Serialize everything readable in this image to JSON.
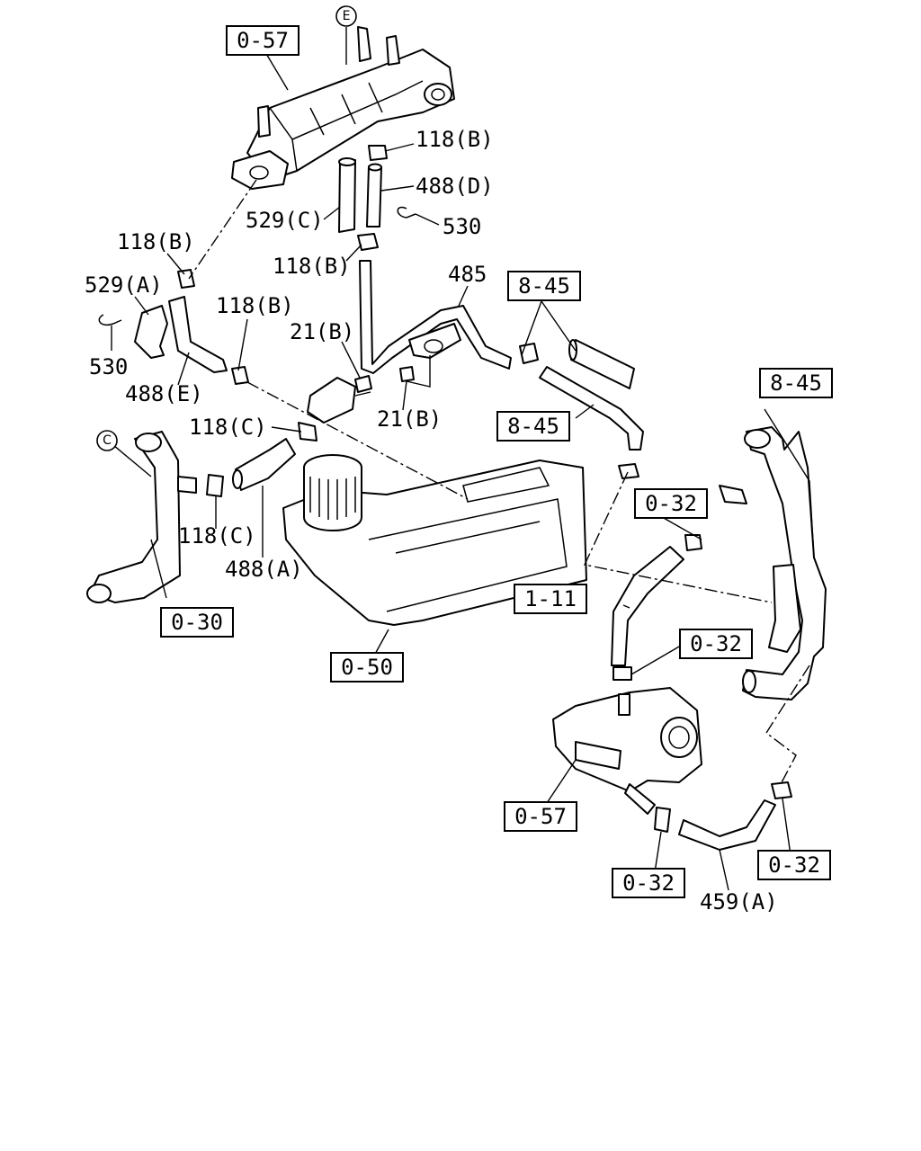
{
  "callouts": {
    "c_057_top": "0-57",
    "c_845_a": "8-45",
    "c_845_b": "8-45",
    "c_845_c": "8-45",
    "c_032_a": "0-32",
    "c_032_b": "0-32",
    "c_032_c": "0-32",
    "c_032_d": "0-32",
    "c_111": "1-11",
    "c_030": "0-30",
    "c_050": "0-50",
    "c_057_bottom": "0-57"
  },
  "labels": {
    "l_118b_1": "118(B)",
    "l_488d": "488(D)",
    "l_529c": "529(C)",
    "l_530_1": "530",
    "l_118b_2": "118(B)",
    "l_118b_3": "118(B)",
    "l_485": "485",
    "l_529a": "529(A)",
    "l_118b_4": "118(B)",
    "l_21b_1": "21(B)",
    "l_530_2": "530",
    "l_488e": "488(E)",
    "l_21b_2": "21(B)",
    "l_118c_1": "118(C)",
    "l_118c_2": "118(C)",
    "l_488a": "488(A)",
    "l_459a": "459(A)"
  },
  "markers": {
    "m_e": "E",
    "m_c": "C"
  }
}
